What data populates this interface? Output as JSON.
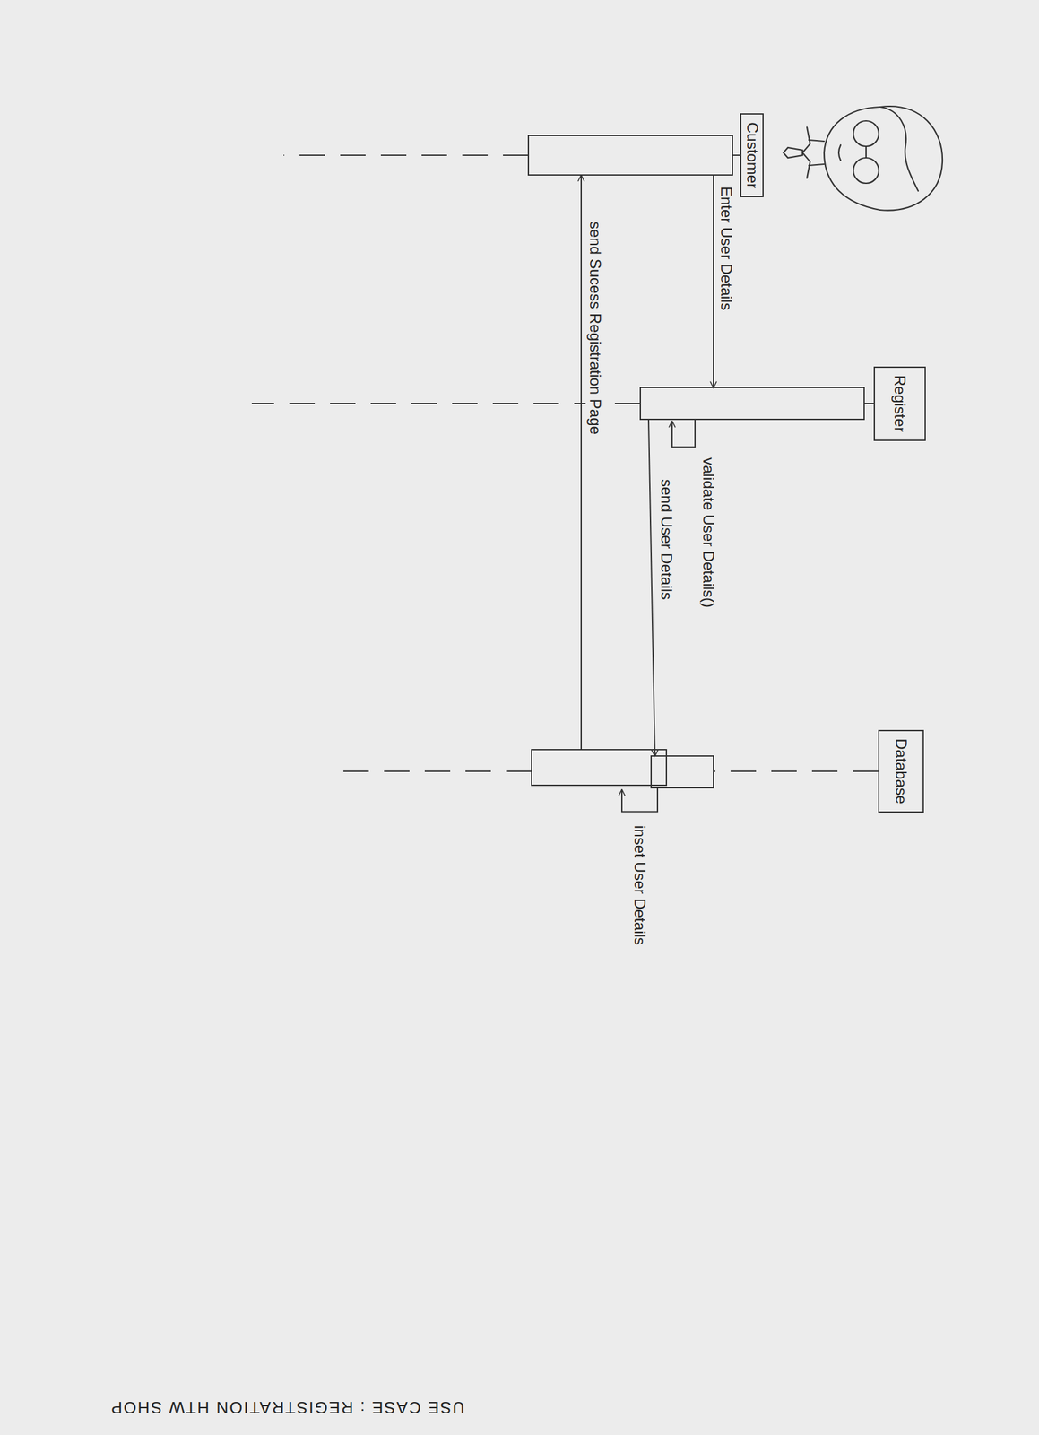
{
  "diagram": {
    "title": "USE CASE : REGISTRATION HTW SHOP",
    "nodes": [
      {
        "text": [
          "Customer"
        ]
      },
      {
        "text": [
          "Register"
        ]
      },
      {
        "text": [
          "Database"
        ]
      }
    ],
    "edges": [
      {
        "from": 0,
        "to": 1,
        "label": "Enter User Details",
        "arrow": "to"
      },
      {
        "from": 1,
        "to": 1,
        "label": "validate User Details()",
        "arrow": "to"
      },
      {
        "from": 1,
        "to": 2,
        "label": "send User Details",
        "arrow": "to"
      },
      {
        "from": 2,
        "to": 2,
        "label": "inset User Details",
        "arrow": "to"
      },
      {
        "from": 2,
        "to": 0,
        "label": "send Sucess Registration Page",
        "arrow": "to"
      }
    ]
  }
}
